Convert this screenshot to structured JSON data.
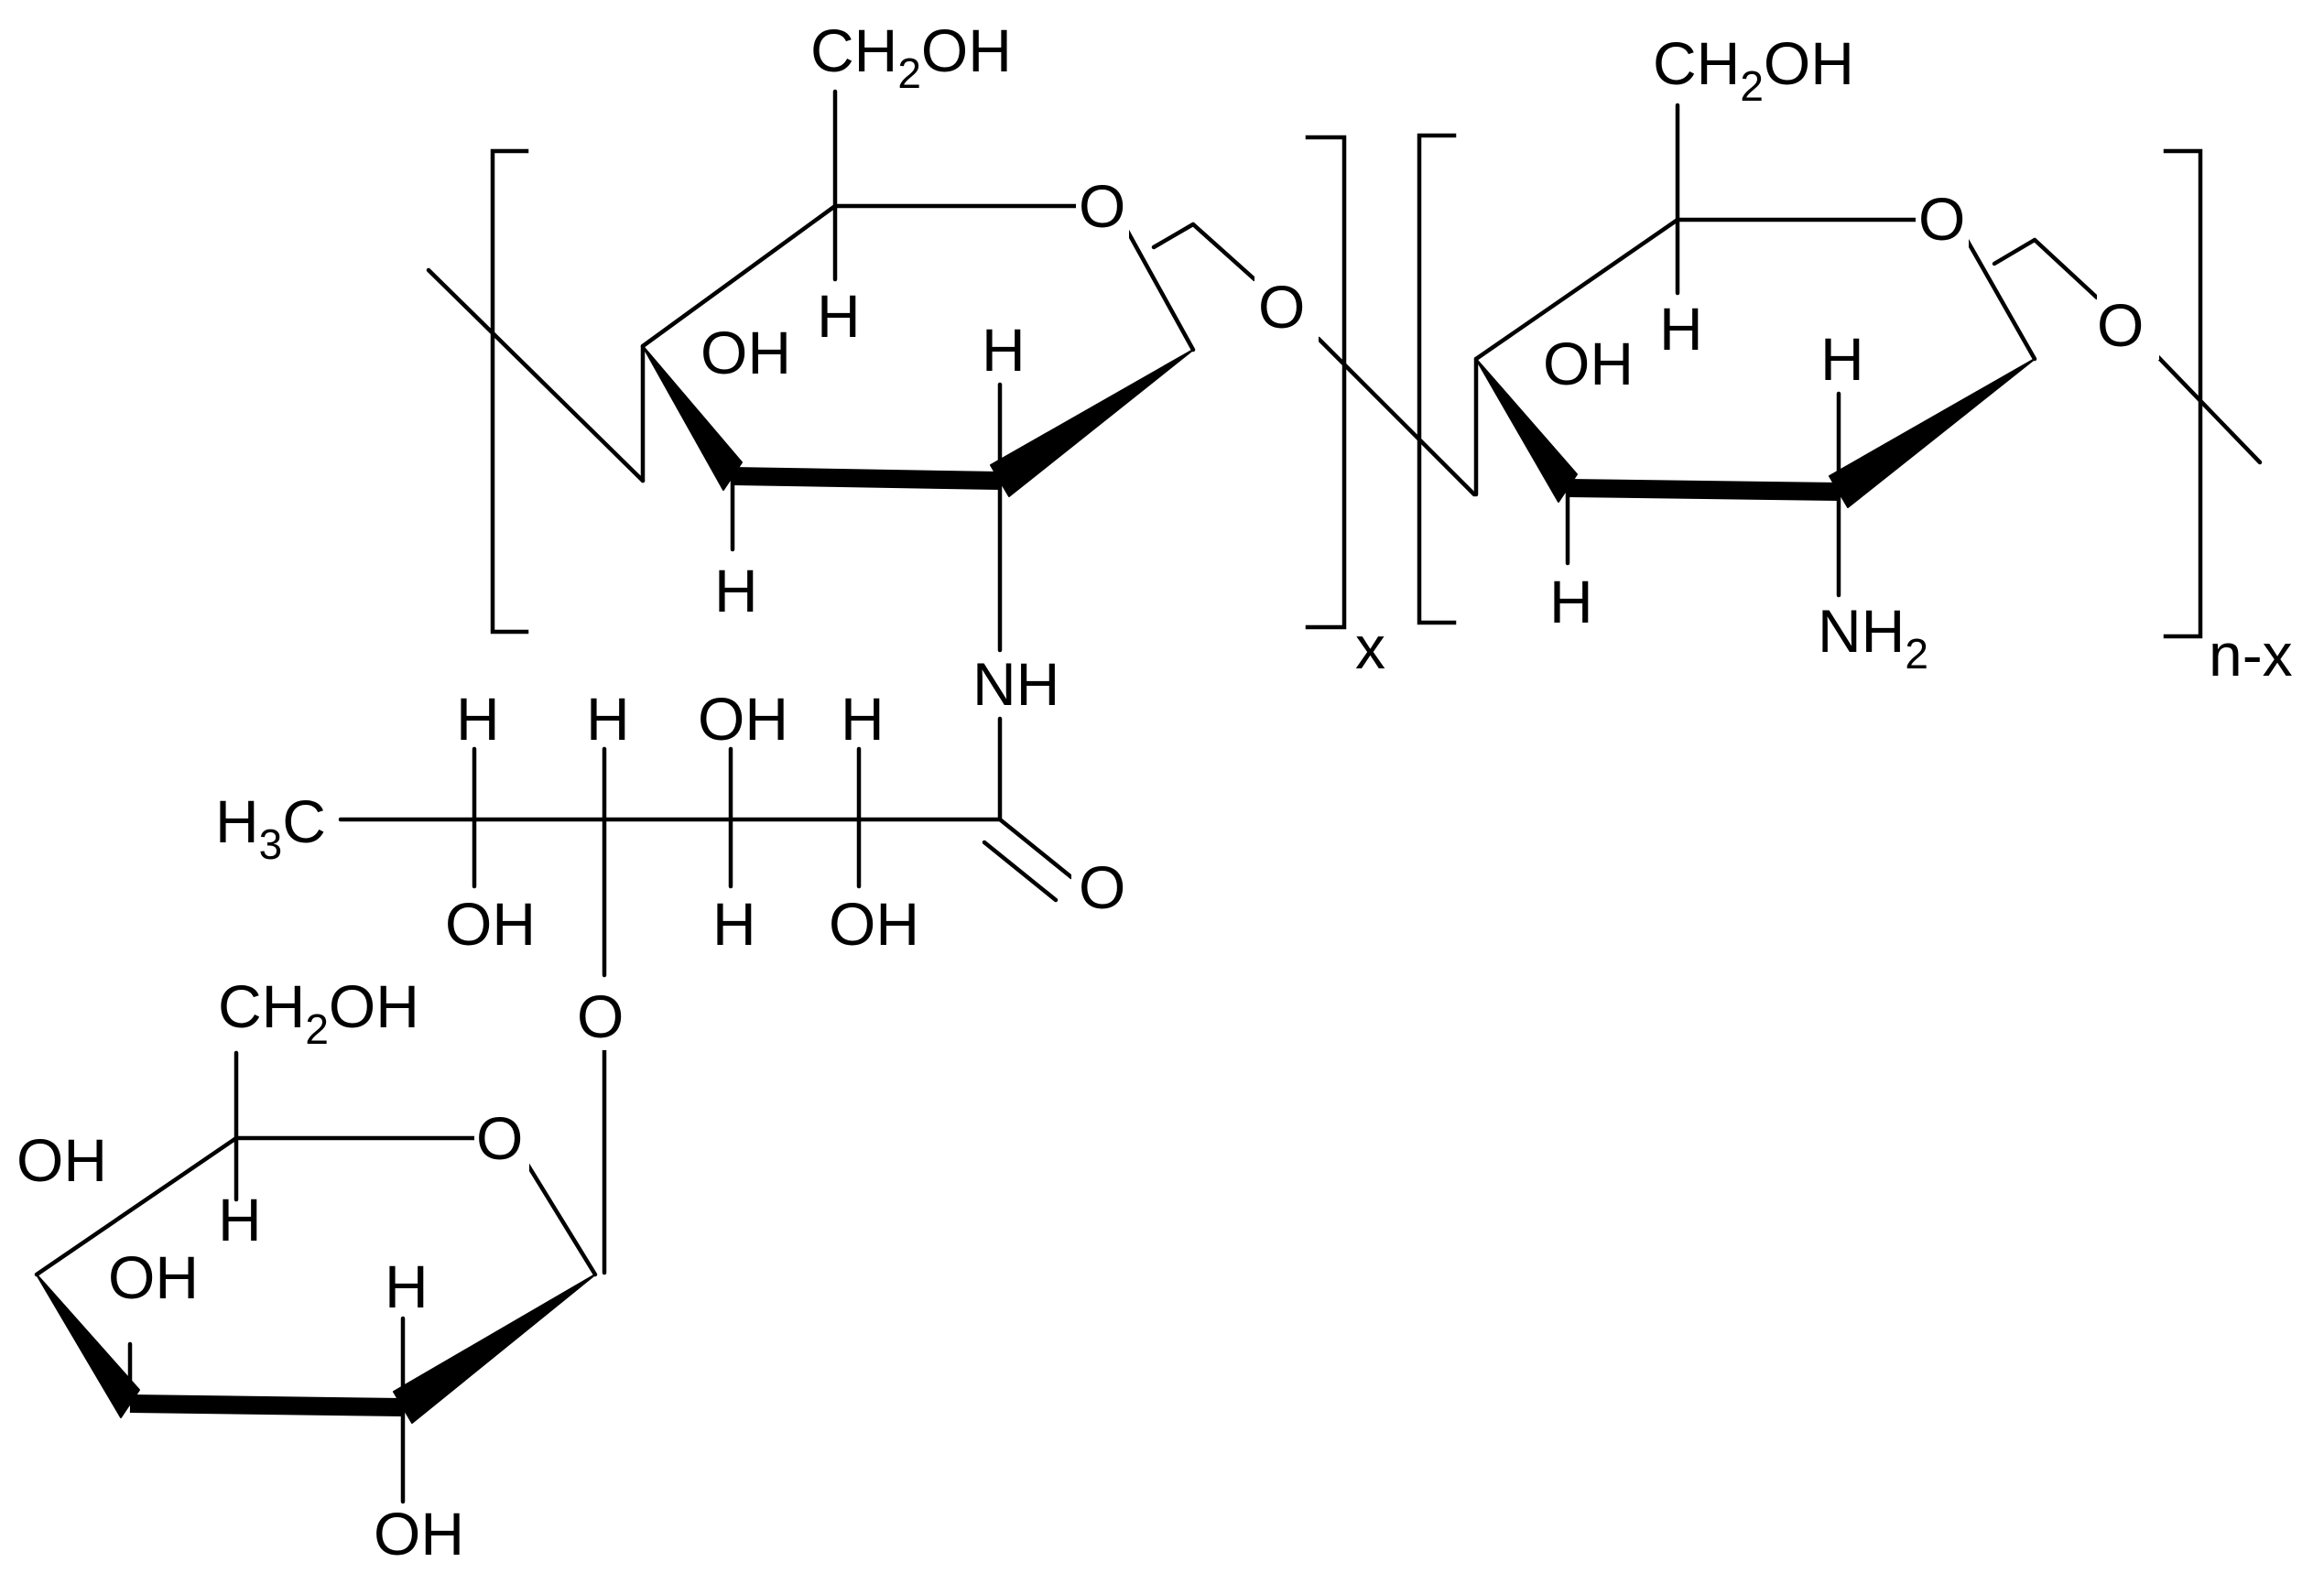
{
  "labels": {
    "ch2oh_1": "CH",
    "ch2oh_1_sub": "2",
    "ch2oh_1_tail": "OH",
    "ch2oh_2": "CH",
    "ch2oh_2_sub": "2",
    "ch2oh_2_tail": "OH",
    "ch2oh_3": "CH",
    "ch2oh_3_sub": "2",
    "ch2oh_3_tail": "OH",
    "ring1_o": "O",
    "ring2_o": "O",
    "ring3_o": "O",
    "link_o_1": "O",
    "link_o_2": "O",
    "link_o_3": "O",
    "carbonyl_o": "O",
    "ring1_oh": "OH",
    "ring1_h_c5": "H",
    "ring1_h_c2": "H",
    "ring1_h_c3": "H",
    "ring2_oh": "OH",
    "ring2_h_c5": "H",
    "ring2_h_c2": "H",
    "ring2_h_c3": "H",
    "nh": "NH",
    "nh2": "NH",
    "nh2_sub": "2",
    "subscript_x": "x",
    "subscript_nx": "n-x",
    "h3c": "H",
    "h3c_sub": "3",
    "h3c_tail": "C",
    "chain_h_1": "H",
    "chain_h_2": "H",
    "chain_oh_top": "OH",
    "chain_h_4": "H",
    "chain_oh_1": "OH",
    "chain_h_3": "H",
    "chain_oh_2": "OH",
    "ring3_oh_c4": "OH",
    "ring3_oh_c3": "OH",
    "ring3_h_c5": "H",
    "ring3_h_c1": "H",
    "ring3_oh_bottom": "OH"
  },
  "colors": {
    "ink": "#000000",
    "background": "#ffffff"
  }
}
